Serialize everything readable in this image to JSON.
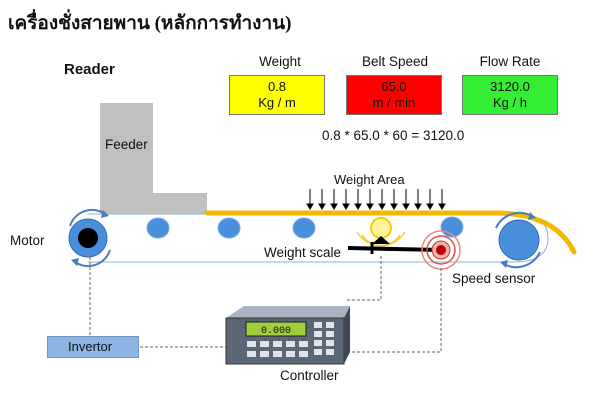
{
  "title": "เครื่องชั่งสายพาน (หลักการทำงาน)",
  "reader_label": "Reader",
  "metrics": [
    {
      "label": "Weight",
      "value": "0.8",
      "unit": "Kg / m",
      "color": "#ffff00"
    },
    {
      "label": "Belt Speed",
      "value": "65.0",
      "unit": "m / min",
      "color": "#ff0000"
    },
    {
      "label": "Flow Rate",
      "value": "3120.0",
      "unit": "Kg / h",
      "color": "#33ee33"
    }
  ],
  "formula": "0.8 * 65.0 * 60 = 3120.0",
  "labels": {
    "feeder": "Feeder",
    "weight_area": "Weight Area",
    "motor": "Motor",
    "weight_scale": "Weight scale",
    "speed_sensor": "Speed sensor",
    "invertor": "Invertor",
    "controller": "Controller"
  },
  "controller_display": "0.000",
  "colors": {
    "belt": "#f5b800",
    "roller": "#4a8fdc",
    "feeder": "#c0c0c0",
    "motor_inner": "#000000",
    "invertor": "#8db4e2"
  }
}
